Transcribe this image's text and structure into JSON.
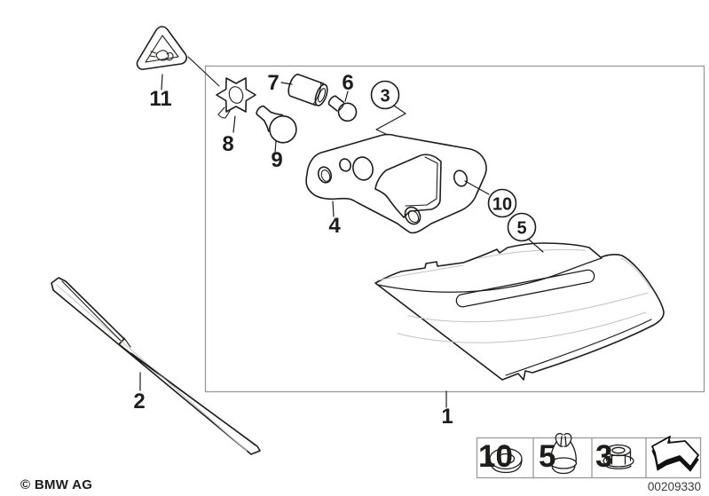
{
  "colors": {
    "ink": "#1d1d1b",
    "frame_border": "#9a9a9a",
    "detail_gray": "#c2c2c2",
    "background": "#ffffff"
  },
  "callouts": {
    "n1": "1",
    "n2": "2",
    "n3": "3",
    "n4": "4",
    "n5": "5",
    "n6": "6",
    "n7": "7",
    "n8": "8",
    "n9": "9",
    "n10": "10",
    "n11": "11"
  },
  "legend": {
    "items": [
      {
        "label": "10",
        "icon": "grommet-icon"
      },
      {
        "label": "5",
        "icon": "expansion-clip-icon"
      },
      {
        "label": "3",
        "icon": "flange-nut-icon"
      },
      {
        "label": "",
        "icon": "direction-arrow-icon"
      }
    ]
  },
  "footer": {
    "copyright": "© BMW AG",
    "document_number": "00209330"
  }
}
